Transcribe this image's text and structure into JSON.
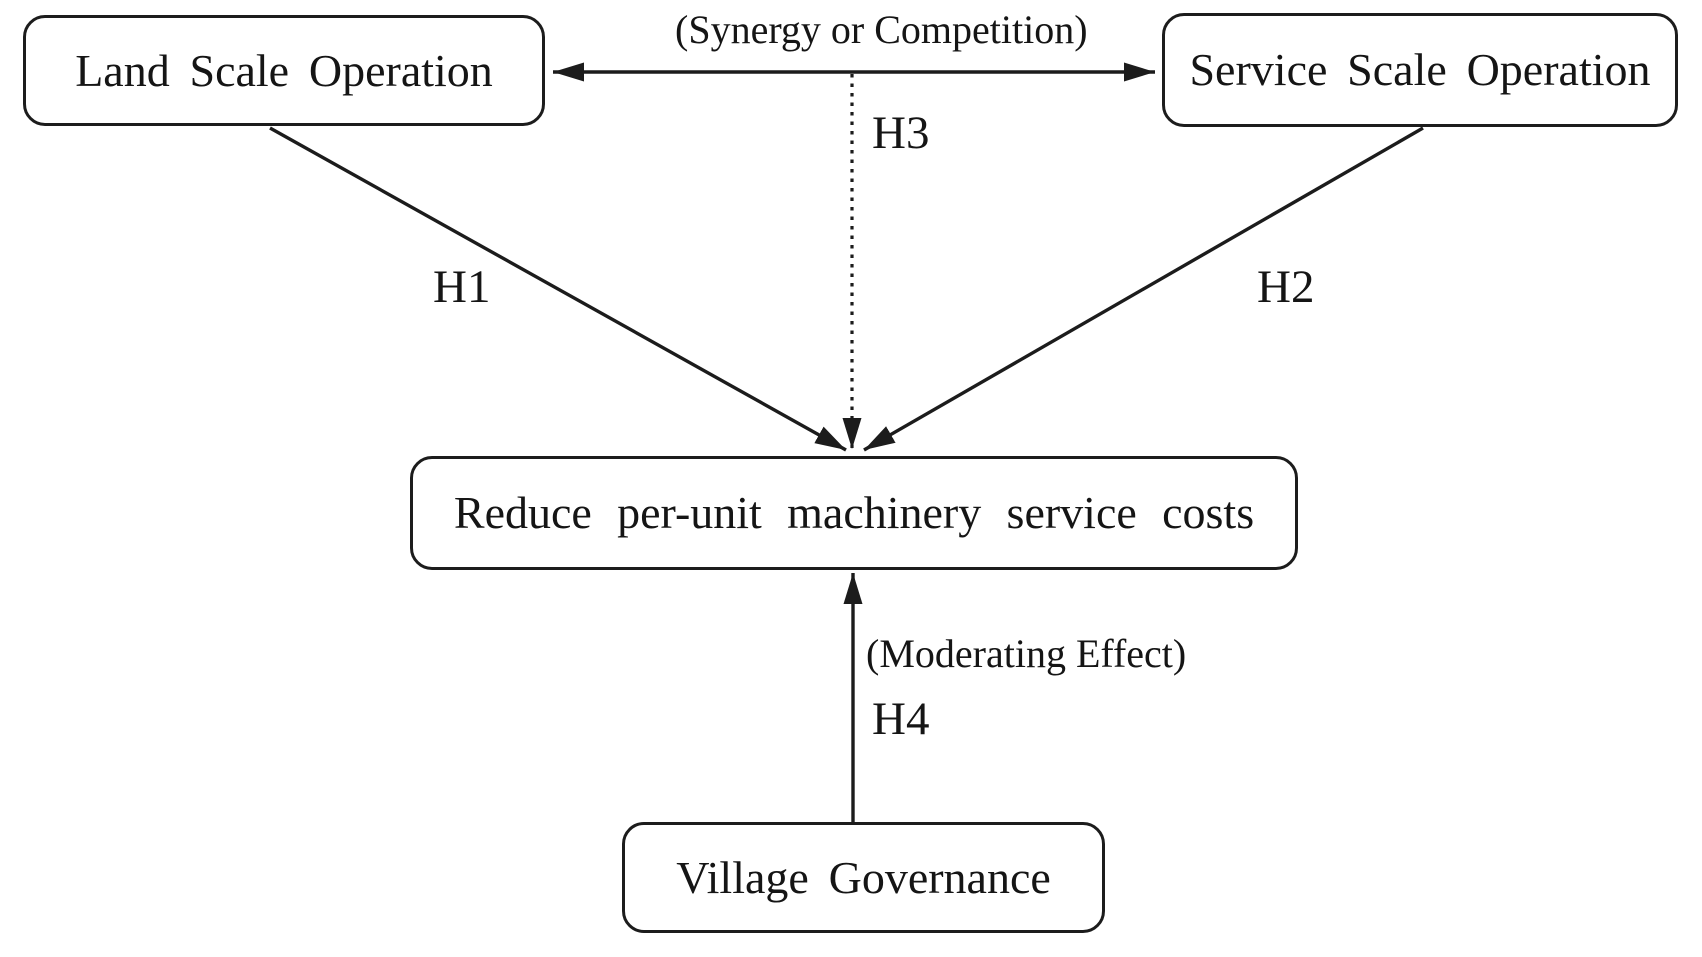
{
  "figure": {
    "type": "hypothesis-path-diagram",
    "background": "#ffffff",
    "line_color": "#1c1c1c",
    "box_fill": "#ffffff",
    "box_border_color": "#1c1c1c",
    "text_color": "#151515"
  },
  "nodes": {
    "land": {
      "label": "Land Scale Operation"
    },
    "service": {
      "label": "Service Scale Operation"
    },
    "reduce": {
      "label": "Reduce per-unit machinery service costs"
    },
    "village": {
      "label": "Village Governance"
    }
  },
  "edges": {
    "synergy": {
      "label": "(Synergy or Competition)",
      "hypothesis": "H3",
      "type": "bidirectional-arrow",
      "between": [
        "land",
        "service"
      ],
      "drop": "dotted-arrow-to-reduce"
    },
    "h1": {
      "hypothesis": "H1",
      "type": "arrow",
      "from": "land",
      "to": "reduce"
    },
    "h2": {
      "hypothesis": "H2",
      "type": "arrow",
      "from": "service",
      "to": "reduce"
    },
    "h4": {
      "label": "(Moderating Effect)",
      "hypothesis": "H4",
      "type": "arrow",
      "from": "village",
      "to": "reduce"
    }
  }
}
